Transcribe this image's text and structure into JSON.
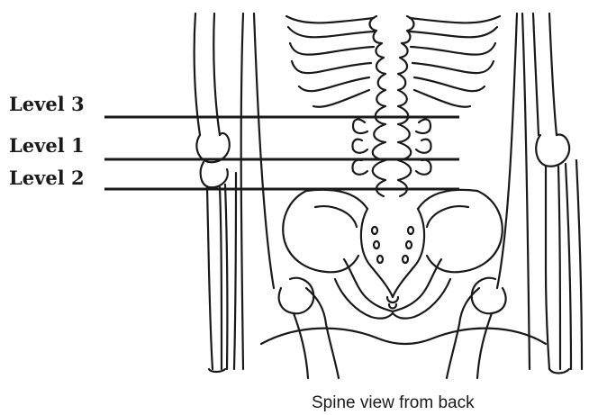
{
  "levels": [
    {
      "label": "Level 3"
    },
    {
      "label": "Level 1"
    },
    {
      "label": "Level 2"
    }
  ],
  "caption": "Spine view from back"
}
